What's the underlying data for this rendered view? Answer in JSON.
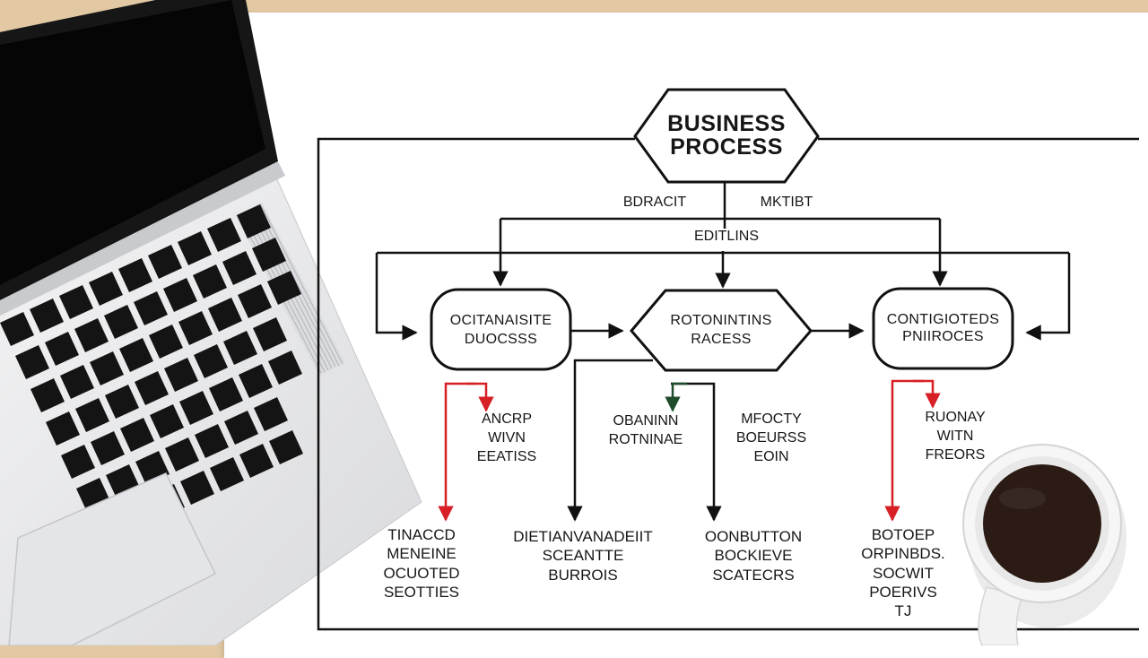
{
  "diagram": {
    "title": [
      "BUSINESS",
      "PROCESS"
    ],
    "edge_labels": {
      "left_branch": "BDRACIT",
      "right_branch": "MKTIBT",
      "center": "EDITLINS"
    },
    "nodes": {
      "left": [
        "OCITANAISITE",
        "DUOCSSS"
      ],
      "center": [
        "ROTONINTINS",
        "RACESS"
      ],
      "right": [
        "CONTIGIOTEDS",
        "PNIIROCES"
      ]
    },
    "notes": {
      "left": [
        "ANCRP",
        "WIVN",
        "EEATISS"
      ],
      "center_left": [
        "OBANINN",
        "ROTNINAE"
      ],
      "center_right": [
        "MFOCTY",
        "BOEURSS",
        "EOIN"
      ],
      "right": [
        "RUONAY",
        "WITN",
        "FREORS"
      ]
    },
    "bottom_texts": {
      "col1": [
        "TINACCD",
        "MENEINE",
        "OCUOTED",
        "SEOTTIES"
      ],
      "col2": [
        "DIETIANVANADEIIT",
        "SCEANTTE",
        "BURROIS"
      ],
      "col3": [
        "OONBUTTON",
        "BOCKIEVE",
        "SCATECRS"
      ],
      "col4": [
        "BOTOEP",
        "ORPINBDS.",
        "SOCWIT",
        "POERIVS",
        "TJ"
      ]
    }
  },
  "colors": {
    "ink": "#111111",
    "red_arrow": "#d71f26",
    "green_arrow": "#1f4d2b",
    "paper": "#ffffff",
    "desk": "#e2c9a4",
    "laptop_body": "#e9eaec",
    "laptop_screen": "#0b0b0c",
    "coffee": "#2b1b14"
  },
  "objects": {
    "laptop": "laptop",
    "mug": "coffee-mug"
  }
}
